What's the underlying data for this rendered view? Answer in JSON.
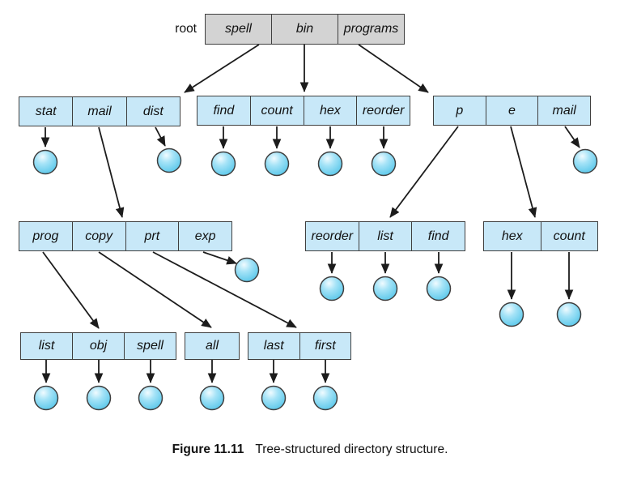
{
  "root_label": "root",
  "caption": {
    "label": "Figure 11.11",
    "text": "Tree-structured directory structure."
  },
  "boxes": [
    {
      "name": "root",
      "cells": [
        "spell",
        "bin",
        "programs"
      ]
    },
    {
      "name": "spell-dir",
      "cells": [
        "stat",
        "mail",
        "dist"
      ]
    },
    {
      "name": "bin-dir",
      "cells": [
        "find",
        "count",
        "hex",
        "reorder"
      ]
    },
    {
      "name": "programs-dir",
      "cells": [
        "p",
        "e",
        "mail"
      ]
    },
    {
      "name": "mail-dir",
      "cells": [
        "prog",
        "copy",
        "prt",
        "exp"
      ]
    },
    {
      "name": "p-dir",
      "cells": [
        "reorder",
        "list",
        "find"
      ]
    },
    {
      "name": "e-dir",
      "cells": [
        "hex",
        "count"
      ]
    },
    {
      "name": "prog-dir",
      "cells": [
        "list",
        "obj",
        "spell"
      ]
    },
    {
      "name": "copy-dir",
      "cells": [
        "all"
      ]
    },
    {
      "name": "prt-dir",
      "cells": [
        "last",
        "first"
      ]
    }
  ],
  "edges": [
    {
      "from": "root/spell",
      "to": "spell-dir"
    },
    {
      "from": "root/bin",
      "to": "bin-dir"
    },
    {
      "from": "root/programs",
      "to": "programs-dir"
    },
    {
      "from": "spell-dir/stat",
      "to": "file"
    },
    {
      "from": "spell-dir/mail",
      "to": "mail-dir"
    },
    {
      "from": "spell-dir/dist",
      "to": "file"
    },
    {
      "from": "bin-dir/find",
      "to": "file"
    },
    {
      "from": "bin-dir/count",
      "to": "file"
    },
    {
      "from": "bin-dir/hex",
      "to": "file"
    },
    {
      "from": "bin-dir/reorder",
      "to": "file"
    },
    {
      "from": "programs-dir/p",
      "to": "p-dir"
    },
    {
      "from": "programs-dir/e",
      "to": "e-dir"
    },
    {
      "from": "programs-dir/mail",
      "to": "file"
    },
    {
      "from": "mail-dir/prog",
      "to": "prog-dir"
    },
    {
      "from": "mail-dir/copy",
      "to": "copy-dir"
    },
    {
      "from": "mail-dir/prt",
      "to": "prt-dir"
    },
    {
      "from": "mail-dir/exp",
      "to": "file"
    },
    {
      "from": "p-dir/reorder",
      "to": "file"
    },
    {
      "from": "p-dir/list",
      "to": "file"
    },
    {
      "from": "p-dir/find",
      "to": "file"
    },
    {
      "from": "e-dir/hex",
      "to": "file"
    },
    {
      "from": "e-dir/count",
      "to": "file"
    },
    {
      "from": "prog-dir/list",
      "to": "file"
    },
    {
      "from": "prog-dir/obj",
      "to": "file"
    },
    {
      "from": "prog-dir/spell",
      "to": "file"
    },
    {
      "from": "copy-dir/all",
      "to": "file"
    },
    {
      "from": "prt-dir/last",
      "to": "file"
    },
    {
      "from": "prt-dir/first",
      "to": "file"
    }
  ],
  "icons": {
    "file": "sphere-circle-icon"
  },
  "colors": {
    "directory_box_fill": "#c8e8f8",
    "root_box_fill": "#d3d3d3",
    "box_border": "#3f3f3f",
    "arrow": "#1c1c1c",
    "file_sphere": "#5cc8ea"
  }
}
